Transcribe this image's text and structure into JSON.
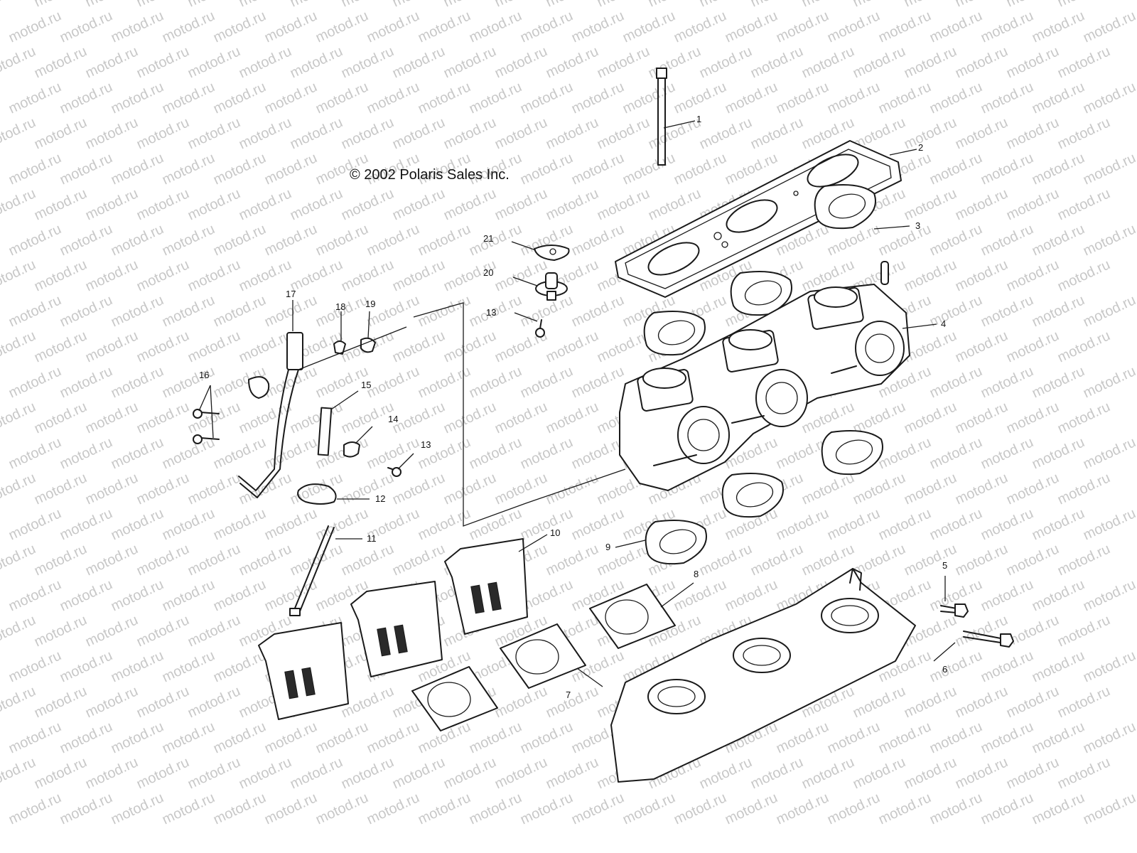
{
  "copyright": "© 2002 Polaris Sales Inc.",
  "watermark_text": "motod.ru",
  "callouts": [
    "1",
    "2",
    "3",
    "4",
    "5",
    "6",
    "7",
    "8",
    "9",
    "10",
    "11",
    "12",
    "13",
    "13",
    "14",
    "15",
    "16",
    "17",
    "18",
    "19",
    "20",
    "21"
  ]
}
